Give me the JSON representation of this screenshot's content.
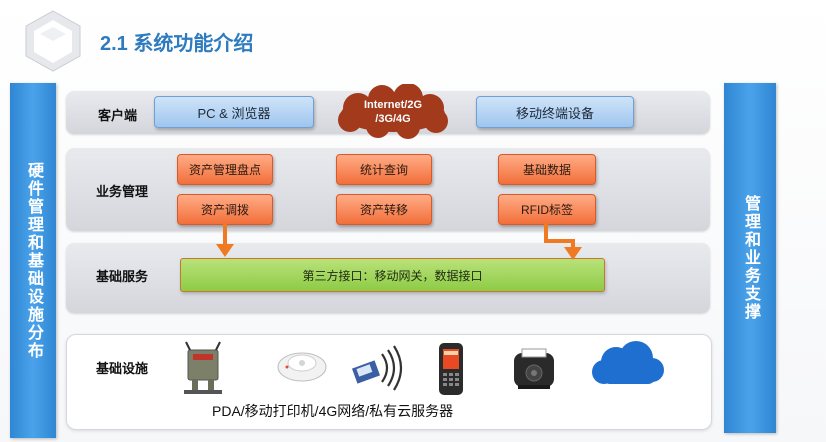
{
  "title": "2.1 系统功能介绍",
  "left_column": "硬件管理和基础设施分布",
  "right_column": "管理和业务支撑",
  "rows": {
    "client": {
      "label": "客户端",
      "pc": "PC & 浏览器",
      "network_line1": "Internet/2G",
      "network_line2": "/3G/4G",
      "mobile": "移动终端设备"
    },
    "business": {
      "label": "业务管理",
      "items": [
        "资产管理盘点",
        "统计查询",
        "基础数据",
        "资产调拨",
        "资产转移",
        "RFID标签"
      ]
    },
    "service": {
      "label": "基础服务",
      "interface": "第三方接口：移动网关，数据接口"
    },
    "infra": {
      "label": "基础设施",
      "caption": "PDA/移动打印机/4G网络/私有云服务器"
    }
  },
  "colors": {
    "accent_blue": "#2e7bbf",
    "orange": "#f26f3a",
    "green": "#8ecb45",
    "cloud": "#a33a1c"
  }
}
